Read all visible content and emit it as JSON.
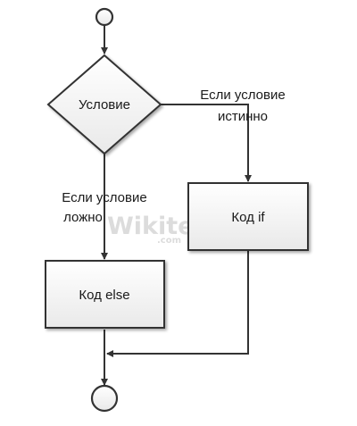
{
  "nodes": {
    "condition": "Условие",
    "if_code": "Код if",
    "else_code": "Код else"
  },
  "edges": {
    "true_label": [
      "Если условие",
      "истинно"
    ],
    "false_label": [
      "Если условие",
      "ложно"
    ]
  },
  "watermark": {
    "text": "Wikitechy",
    "suffix": ".com"
  },
  "colors": {
    "stroke": "#333333",
    "box_fill": "#f2f2f2",
    "watermark": "#dcdcdc"
  }
}
